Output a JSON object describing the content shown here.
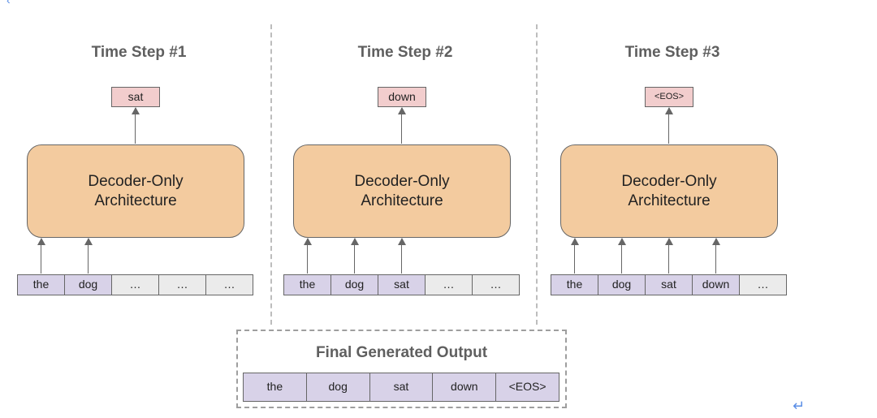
{
  "steps": [
    {
      "title": "Time Step #1",
      "output": "sat",
      "decoder": {
        "line1": "Decoder-Only",
        "line2": "Architecture"
      },
      "tokens": [
        {
          "text": "the",
          "filled": true
        },
        {
          "text": "dog",
          "filled": true
        },
        {
          "text": "…",
          "filled": false
        },
        {
          "text": "…",
          "filled": false
        },
        {
          "text": "…",
          "filled": false
        }
      ]
    },
    {
      "title": "Time Step #2",
      "output": "down",
      "decoder": {
        "line1": "Decoder-Only",
        "line2": "Architecture"
      },
      "tokens": [
        {
          "text": "the",
          "filled": true
        },
        {
          "text": "dog",
          "filled": true
        },
        {
          "text": "sat",
          "filled": true
        },
        {
          "text": "…",
          "filled": false
        },
        {
          "text": "…",
          "filled": false
        }
      ]
    },
    {
      "title": "Time Step #3",
      "output": "<EOS>",
      "decoder": {
        "line1": "Decoder-Only",
        "line2": "Architecture"
      },
      "tokens": [
        {
          "text": "the",
          "filled": true
        },
        {
          "text": "dog",
          "filled": true
        },
        {
          "text": "sat",
          "filled": true
        },
        {
          "text": "down",
          "filled": true
        },
        {
          "text": "…",
          "filled": false
        }
      ]
    }
  ],
  "final": {
    "title": "Final Generated Output",
    "tokens": [
      "the",
      "dog",
      "sat",
      "down",
      "<EOS>"
    ]
  },
  "marks": {
    "corner": "‹",
    "return": "↵"
  },
  "colors": {
    "decoder_fill": "#f3cb9f",
    "output_fill": "#f2cdcd",
    "token_filled": "#d8d2e8",
    "token_empty": "#ebebeb"
  }
}
